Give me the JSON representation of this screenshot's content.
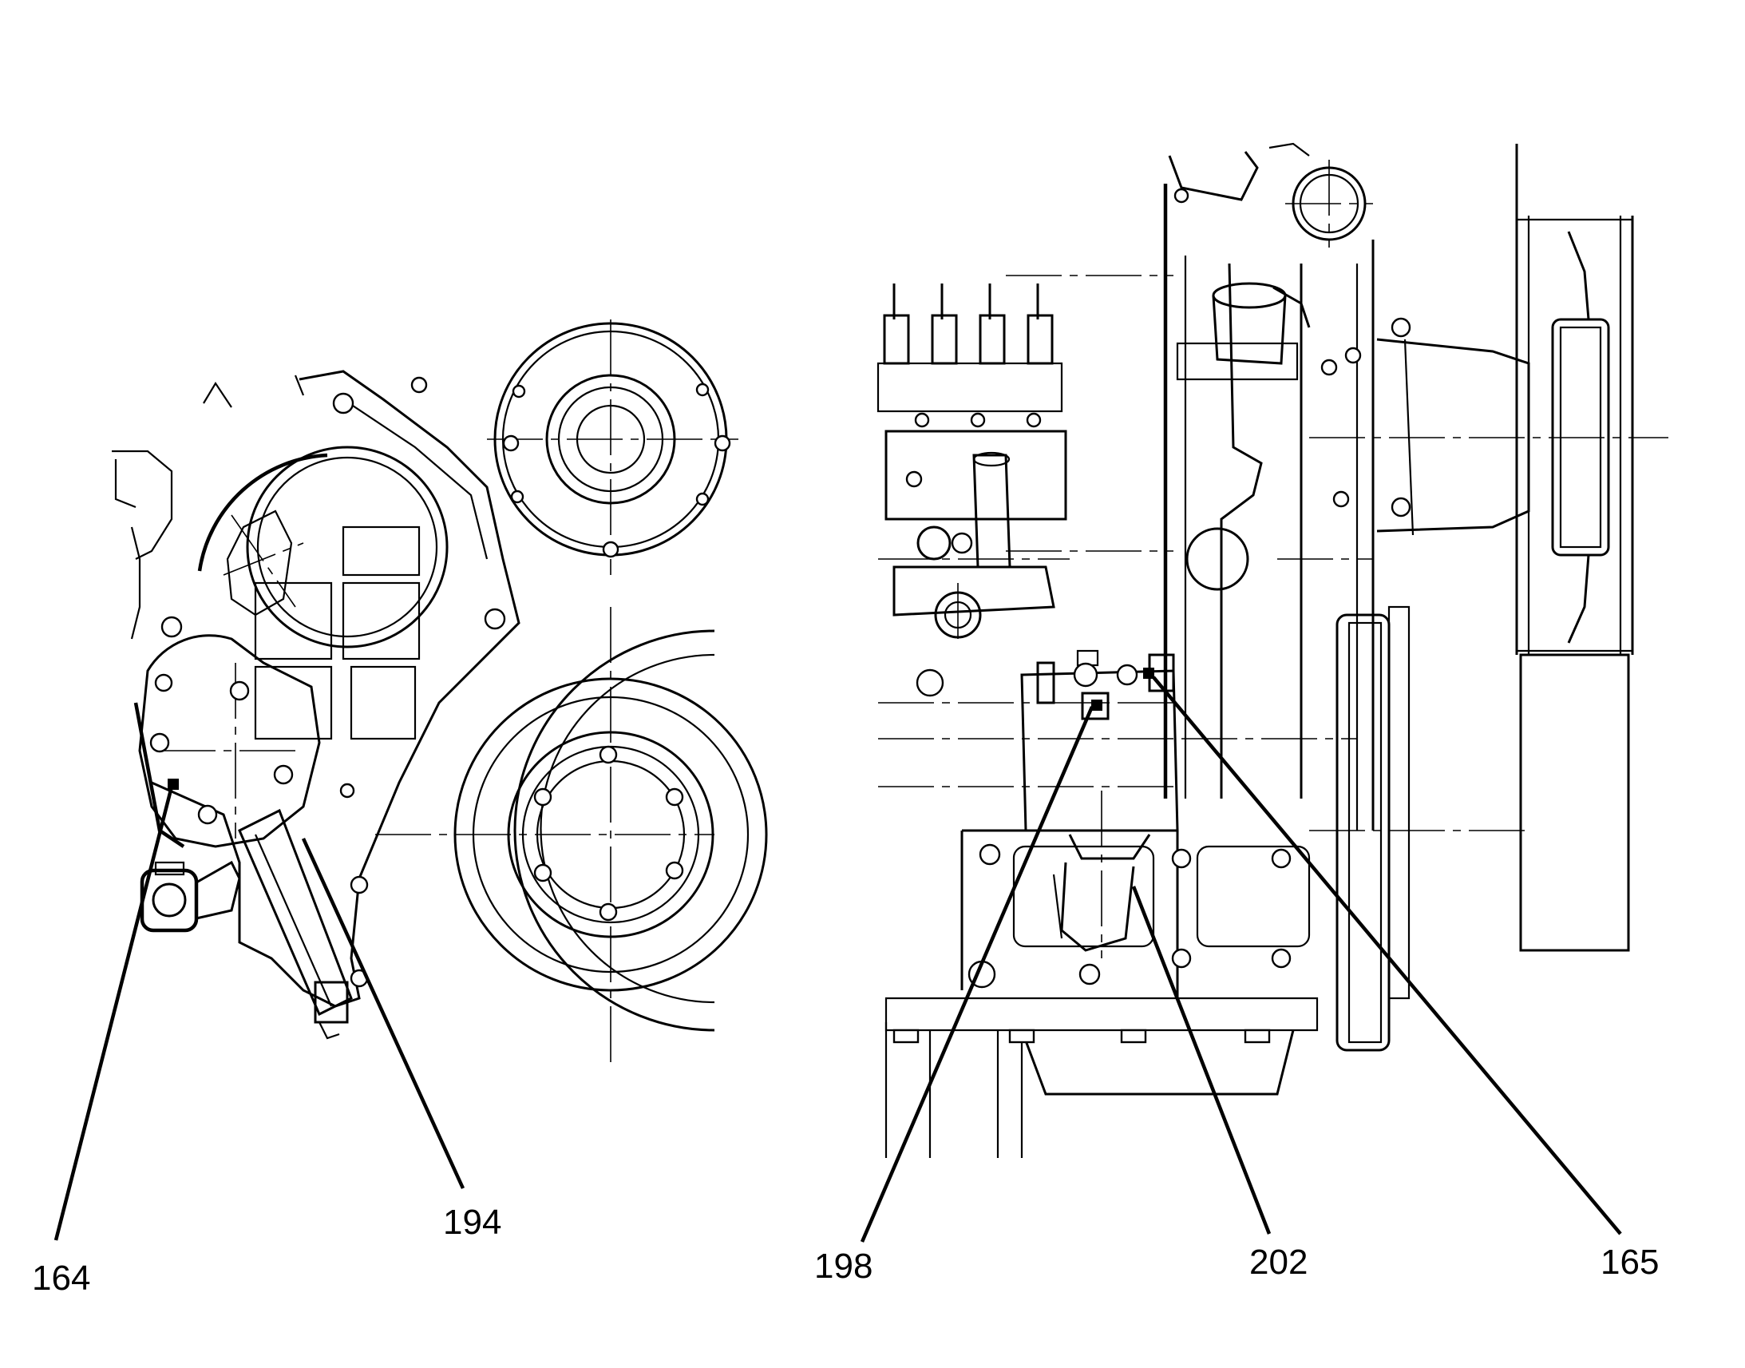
{
  "callouts": {
    "c164": "164",
    "c194": "194",
    "c198": "198",
    "c202": "202",
    "c165": "165"
  },
  "colors": {
    "ink": "#000000",
    "paper": "#ffffff"
  }
}
